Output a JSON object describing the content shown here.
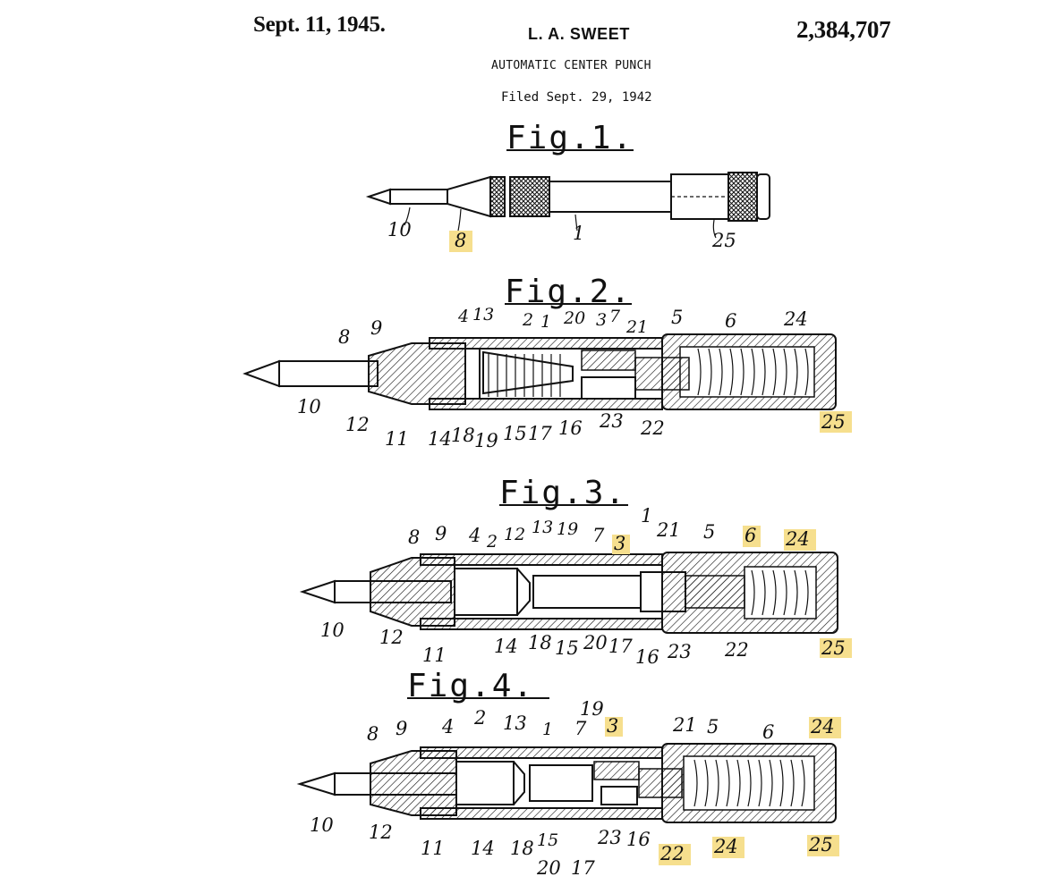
{
  "header": {
    "date": "Sept. 11, 1945.",
    "inventor": "L. A. SWEET",
    "patent_number": "2,384,707",
    "title": "AUTOMATIC CENTER PUNCH",
    "filed": "Filed Sept. 29, 1942"
  },
  "figures": {
    "fig1": {
      "title": "Fig.1.",
      "labels": [
        "10",
        "8",
        "1",
        "25"
      ]
    },
    "fig2": {
      "title": "Fig.2.",
      "labels": [
        "8",
        "9",
        "4",
        "13",
        "2",
        "1",
        "20",
        "3",
        "7",
        "21",
        "5",
        "6",
        "24",
        "10",
        "12",
        "11",
        "14",
        "18",
        "19",
        "15",
        "17",
        "16",
        "23",
        "22",
        "25"
      ]
    },
    "fig3": {
      "title": "Fig.3.",
      "labels": [
        "8",
        "9",
        "4",
        "2",
        "12",
        "13",
        "19",
        "7",
        "3",
        "1",
        "21",
        "5",
        "6",
        "24",
        "10",
        "12",
        "11",
        "14",
        "18",
        "15",
        "20",
        "17",
        "16",
        "23",
        "22",
        "25"
      ]
    },
    "fig4": {
      "title": "Fig.4.",
      "labels": [
        "8",
        "9",
        "4",
        "2",
        "13",
        "1",
        "19",
        "7",
        "3",
        "21",
        "5",
        "6",
        "24",
        "10",
        "12",
        "11",
        "14",
        "18",
        "15",
        "20",
        "17",
        "23",
        "16",
        "22",
        "24",
        "25"
      ]
    }
  },
  "highlight_color": "#f6df8e"
}
